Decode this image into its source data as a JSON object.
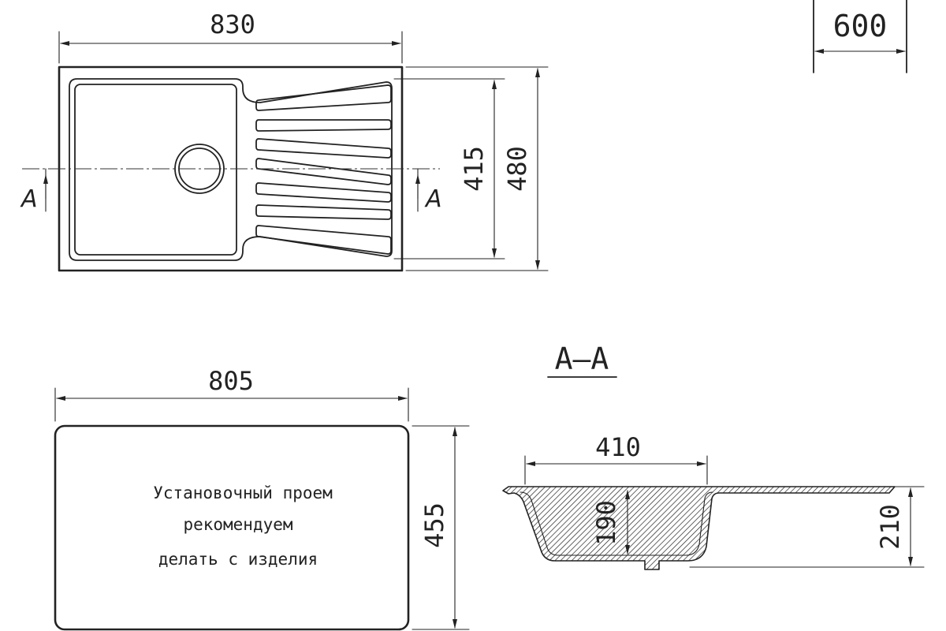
{
  "top_view": {
    "width_label": "830",
    "inner_height_label": "415",
    "outer_height_label": "480",
    "section_mark_left": "A",
    "section_mark_right": "A"
  },
  "cabinet": {
    "width_label": "600"
  },
  "cutout": {
    "width_label": "805",
    "height_label": "455",
    "note_lines": [
      "Установочный проем",
      "рекомендуем",
      "делать с изделия"
    ]
  },
  "section": {
    "title": "A–A",
    "bowl_width_label": "410",
    "bowl_depth_label": "190",
    "total_depth_label": "210"
  }
}
